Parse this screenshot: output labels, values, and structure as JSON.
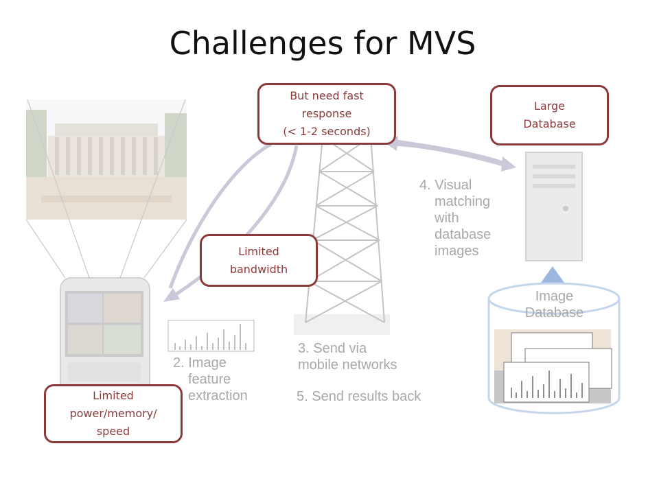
{
  "slide": {
    "title": "Challenges for MVS"
  },
  "callouts": {
    "fast_response": [
      "But need fast",
      "response",
      "(< 1-2 seconds)"
    ],
    "large_database": [
      "Large",
      "Database"
    ],
    "limited_bandwidth": [
      "Limited",
      "bandwidth"
    ],
    "limited_power": [
      "Limited",
      "power/memory/",
      "speed"
    ]
  },
  "steps": {
    "feature_extraction": [
      "2. Image",
      "feature",
      "extraction"
    ],
    "send_via": [
      "3. Send via",
      "mobile networks"
    ],
    "visual_matching": [
      "4. Visual",
      "matching",
      "with",
      "database",
      "images"
    ],
    "send_results": "5. Send results back"
  },
  "database_label": [
    "Image",
    "Database"
  ],
  "colors": {
    "callout_border": "#8b3a3a",
    "callout_text": "#8b3a3a",
    "faded_text": "#a8a8a8",
    "arrow": "#c9c9da",
    "db_arrow": "#9db8e0"
  },
  "icons": [
    "phone-icon",
    "cell-tower-icon",
    "server-icon",
    "database-cylinder-icon",
    "building-photo",
    "histogram-icon"
  ]
}
